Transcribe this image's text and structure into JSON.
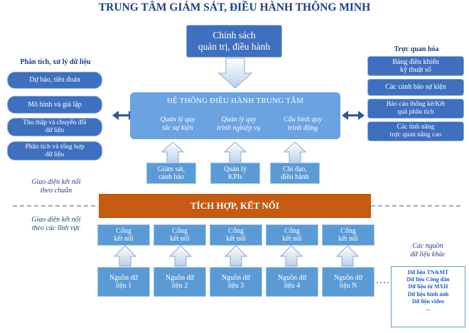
{
  "title": "TRUNG TÂM GIÁM SÁT, ĐIỀU HÀNH THÔNG MINH",
  "policy": {
    "line1": "Chính sách",
    "line2": "quản trị, điều hành"
  },
  "core": {
    "title": "HỆ THỐNG ĐIỀU HÀNH TRUNG TÂM",
    "items": [
      {
        "line1": "Quản lý quy",
        "line2": "tắc sự kiện"
      },
      {
        "line1": "Quản lý quy",
        "line2": "trình nghiệp vụ"
      },
      {
        "line1": "Cấu hình quy",
        "line2": "trình động"
      }
    ]
  },
  "left": {
    "heading": "Phân tích, xử lý dữ liệu",
    "items": [
      {
        "line1": "Dự báo, tiên đoán",
        "line2": ""
      },
      {
        "line1": "Mô hình và giả lập",
        "line2": ""
      },
      {
        "line1": "Thu thập và chuyển đổi",
        "line2": "dữ liệu"
      },
      {
        "line1": "Phân tích và tổng hợp",
        "line2": "dữ liệu"
      }
    ]
  },
  "right": {
    "heading": "Trực quan hóa",
    "items": [
      {
        "line1": "Bảng điều khiển",
        "line2": "kỹ thuật số"
      },
      {
        "line1": "Các cảnh báo sự kiện",
        "line2": ""
      },
      {
        "line1": "Báo cáo thống kê/Kết",
        "line2": "quả phân tích"
      },
      {
        "line1": "Các tính năng",
        "line2": "trực quan nâng cao"
      }
    ]
  },
  "modules": [
    {
      "line1": "Giám sát,",
      "line2": "cảnh báo"
    },
    {
      "line1": "Quản lý",
      "line2": "KPIs"
    },
    {
      "line1": "Chỉ đạo,",
      "line2": "điều hành"
    }
  ],
  "labels": {
    "standard": {
      "line1": "Giao diện kết nối",
      "line2": "theo chuẩn"
    },
    "domain": {
      "line1": "Giao diện kết nối",
      "line2": "theo các lĩnh vực"
    }
  },
  "integration": "TÍCH HỢP, KẾT NỐI",
  "connectors": [
    {
      "line1": "Cổng",
      "line2": "kết nối"
    },
    {
      "line1": "Cổng",
      "line2": "kết nối"
    },
    {
      "line1": "Cổng",
      "line2": "kết nối"
    },
    {
      "line1": "Cổng",
      "line2": "kết nối"
    },
    {
      "line1": "Cổng",
      "line2": "kết nối"
    }
  ],
  "sources": [
    {
      "line1": "Nguồn dữ",
      "line2": "liệu 1"
    },
    {
      "line1": "Nguồn dữ",
      "line2": "liệu 2"
    },
    {
      "line1": "Nguồn dữ",
      "line2": "liệu 3"
    },
    {
      "line1": "Nguồn dữ",
      "line2": "liệu 4"
    },
    {
      "line1": "Nguồn dữ",
      "line2": "liệu N"
    }
  ],
  "other_sources": {
    "heading": {
      "line1": "Các nguồn",
      "line2": "dữ liệu khác"
    },
    "items": [
      "Dữ liệu TN&MT",
      "Dữ liệu Công dân",
      "Dữ liệu từ MXH",
      "Dữ liệu hình ảnh",
      "Dữ liệu video",
      "..."
    ]
  },
  "colors": {
    "primary": "#3f6fbf",
    "core": "#6aa3e0",
    "integration": "#c55a11",
    "text": "#1f3f7f"
  }
}
